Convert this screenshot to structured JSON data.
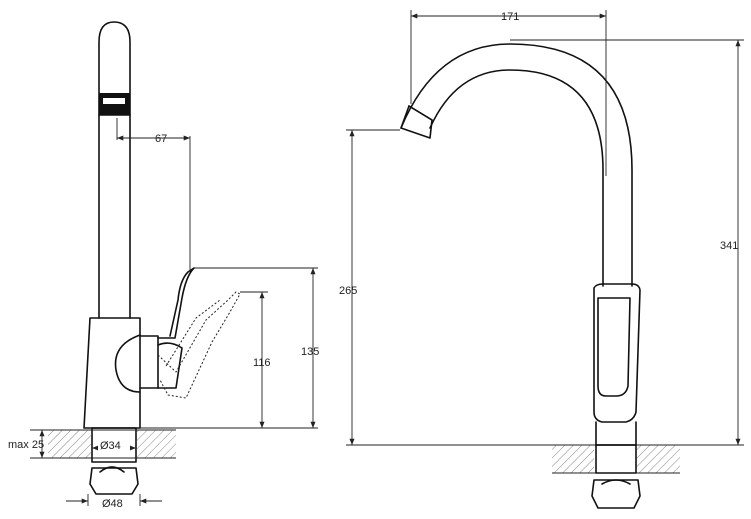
{
  "drawing": {
    "side_view": {
      "dim_spout_reach": "67",
      "dim_handle_height": "116",
      "dim_body_height": "135",
      "dim_max_thickness": "max 25",
      "dim_hole_diameter": "Ø34",
      "dim_base_diameter": "Ø48"
    },
    "front_view": {
      "dim_spout_length": "171",
      "dim_spout_height": "265",
      "dim_total_height": "341"
    },
    "colors": {
      "line": "#111111",
      "background": "#ffffff"
    }
  }
}
